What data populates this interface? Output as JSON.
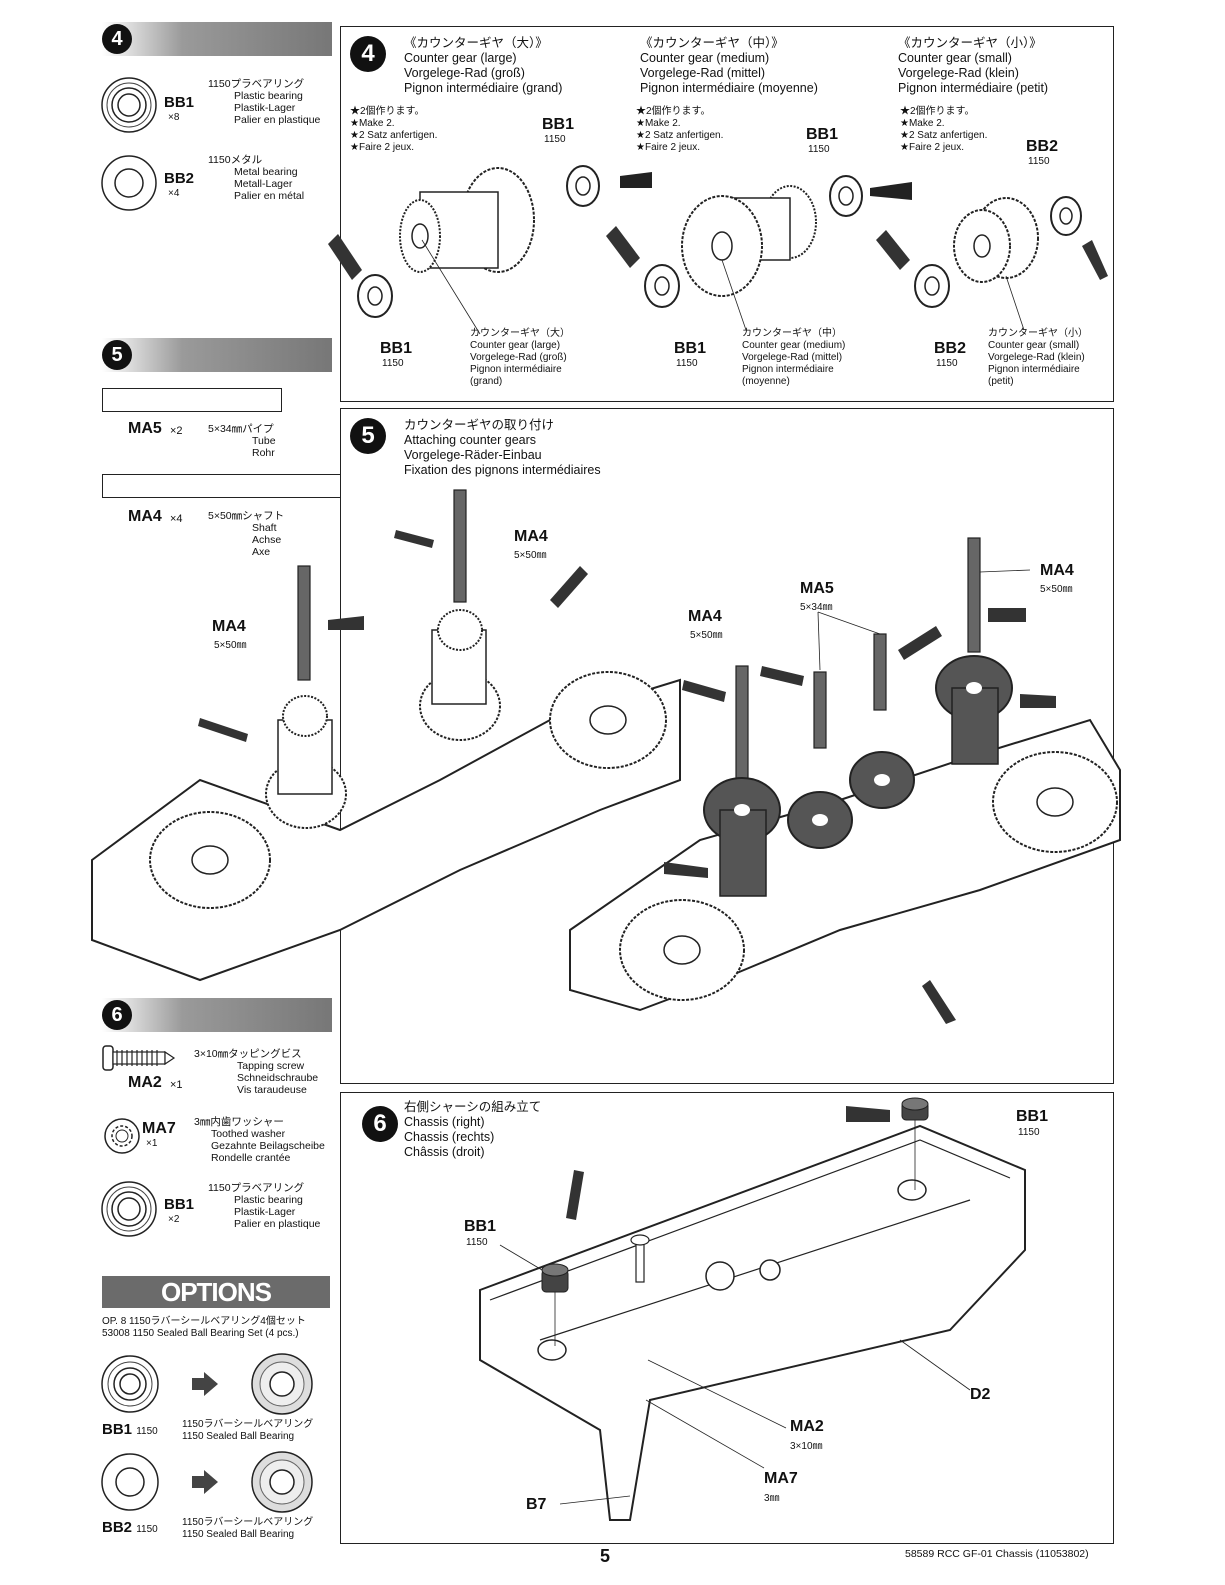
{
  "sidebar": {
    "step4": {
      "number": "4",
      "parts": [
        {
          "code": "BB1",
          "qty": "×8",
          "part_no": "1150プラベアリング",
          "names": [
            "Plastic bearing",
            "Plastik-Lager",
            "Palier en plastique"
          ]
        },
        {
          "code": "BB2",
          "qty": "×4",
          "part_no": "1150メタル",
          "names": [
            "Metal bearing",
            "Metall-Lager",
            "Palier en métal"
          ]
        }
      ]
    },
    "step5": {
      "number": "5",
      "parts": [
        {
          "code": "MA5",
          "qty": "×2",
          "part_no": "5×34㎜パイプ",
          "names": [
            "Tube",
            "Rohr"
          ]
        },
        {
          "code": "MA4",
          "qty": "×4",
          "part_no": "5×50㎜シャフト",
          "names": [
            "Shaft",
            "Achse",
            "Axe"
          ]
        }
      ]
    },
    "step6": {
      "number": "6",
      "parts": [
        {
          "code": "MA2",
          "qty": "×1",
          "part_no": "3×10㎜タッピングビス",
          "names": [
            "Tapping screw",
            "Schneidschraube",
            "Vis taraudeuse"
          ]
        },
        {
          "code": "MA7",
          "qty": "×1",
          "part_no": "3㎜内歯ワッシャー",
          "names": [
            "Toothed washer",
            "Gezahnte Beilagscheibe",
            "Rondelle crantée"
          ]
        },
        {
          "code": "BB1",
          "qty": "×2",
          "part_no": "1150プラベアリング",
          "names": [
            "Plastic bearing",
            "Plastik-Lager",
            "Palier en plastique"
          ]
        }
      ]
    },
    "options": {
      "title": "OPTIONS",
      "op_line1": "OP. 8 1150ラバーシールベアリング4個セット",
      "op_line2": "53008 1150 Sealed Ball Bearing Set (4 pcs.)",
      "items": [
        {
          "code": "BB1",
          "size": "1150",
          "jp": "1150ラバーシールベアリング",
          "en": "1150 Sealed Ball Bearing"
        },
        {
          "code": "BB2",
          "size": "1150",
          "jp": "1150ラバーシールベアリング",
          "en": "1150 Sealed Ball Bearing"
        }
      ]
    }
  },
  "panel4": {
    "number": "4",
    "gears": [
      {
        "jp": "《カウンターギヤ（大）》",
        "en": "Counter gear (large)",
        "de": "Vorgelege-Rad (groß)",
        "fr": "Pignon intermédiaire (grand)",
        "notes": [
          "★2個作ります。",
          "★Make 2.",
          "★2 Satz anfertigen.",
          "★Faire 2 jeux."
        ],
        "top_label": "BB1",
        "top_sub": "1150",
        "bottom_label": "BB1",
        "bottom_sub": "1150",
        "cap": [
          "カウンターギヤ（大）",
          "Counter gear (large)",
          "Vorgelege-Rad (groß)",
          "Pignon intermédiaire",
          "(grand)"
        ]
      },
      {
        "jp": "《カウンターギヤ（中）》",
        "en": "Counter gear (medium)",
        "de": "Vorgelege-Rad (mittel)",
        "fr": "Pignon intermédiaire (moyenne)",
        "notes": [
          "★2個作ります。",
          "★Make 2.",
          "★2 Satz anfertigen.",
          "★Faire 2 jeux."
        ],
        "top_label": "BB1",
        "top_sub": "1150",
        "bottom_label": "BB1",
        "bottom_sub": "1150",
        "cap": [
          "カウンターギヤ（中）",
          "Counter gear (medium)",
          "Vorgelege-Rad (mittel)",
          "Pignon intermédiaire",
          "(moyenne)"
        ]
      },
      {
        "jp": "《カウンターギヤ（小）》",
        "en": "Counter gear (small)",
        "de": "Vorgelege-Rad (klein)",
        "fr": "Pignon intermédiaire (petit)",
        "notes": [
          "★2個作ります。",
          "★Make 2.",
          "★2 Satz anfertigen.",
          "★Faire 2 jeux."
        ],
        "top_label": "BB2",
        "top_sub": "1150",
        "bottom_label": "BB2",
        "bottom_sub": "1150",
        "cap": [
          "カウンターギヤ（小）",
          "Counter gear (small)",
          "Vorgelege-Rad (klein)",
          "Pignon intermédiaire",
          "(petit)"
        ]
      }
    ]
  },
  "panel5": {
    "number": "5",
    "title": [
      "カウンターギヤの取り付け",
      "Attaching counter gears",
      "Vorgelege-Räder-Einbau",
      "Fixation des pignons intermédiaires"
    ],
    "labels": {
      "ma4": "MA4",
      "ma4_sub": "5×50㎜",
      "ma5": "MA5",
      "ma5_sub": "5×34㎜"
    }
  },
  "panel6": {
    "number": "6",
    "title": [
      "右側シャーシの組み立て",
      "Chassis (right)",
      "Chassis (rechts)",
      "Châssis (droit)"
    ],
    "labels": {
      "bb1": "BB1",
      "bb1_sub": "1150",
      "d2": "D2",
      "ma2": "MA2",
      "ma2_sub": "3×10㎜",
      "ma7": "MA7",
      "ma7_sub": "3㎜",
      "b7": "B7"
    }
  },
  "footer": {
    "page": "5",
    "right": "58589 RCC GF-01 Chassis (11053802)"
  }
}
